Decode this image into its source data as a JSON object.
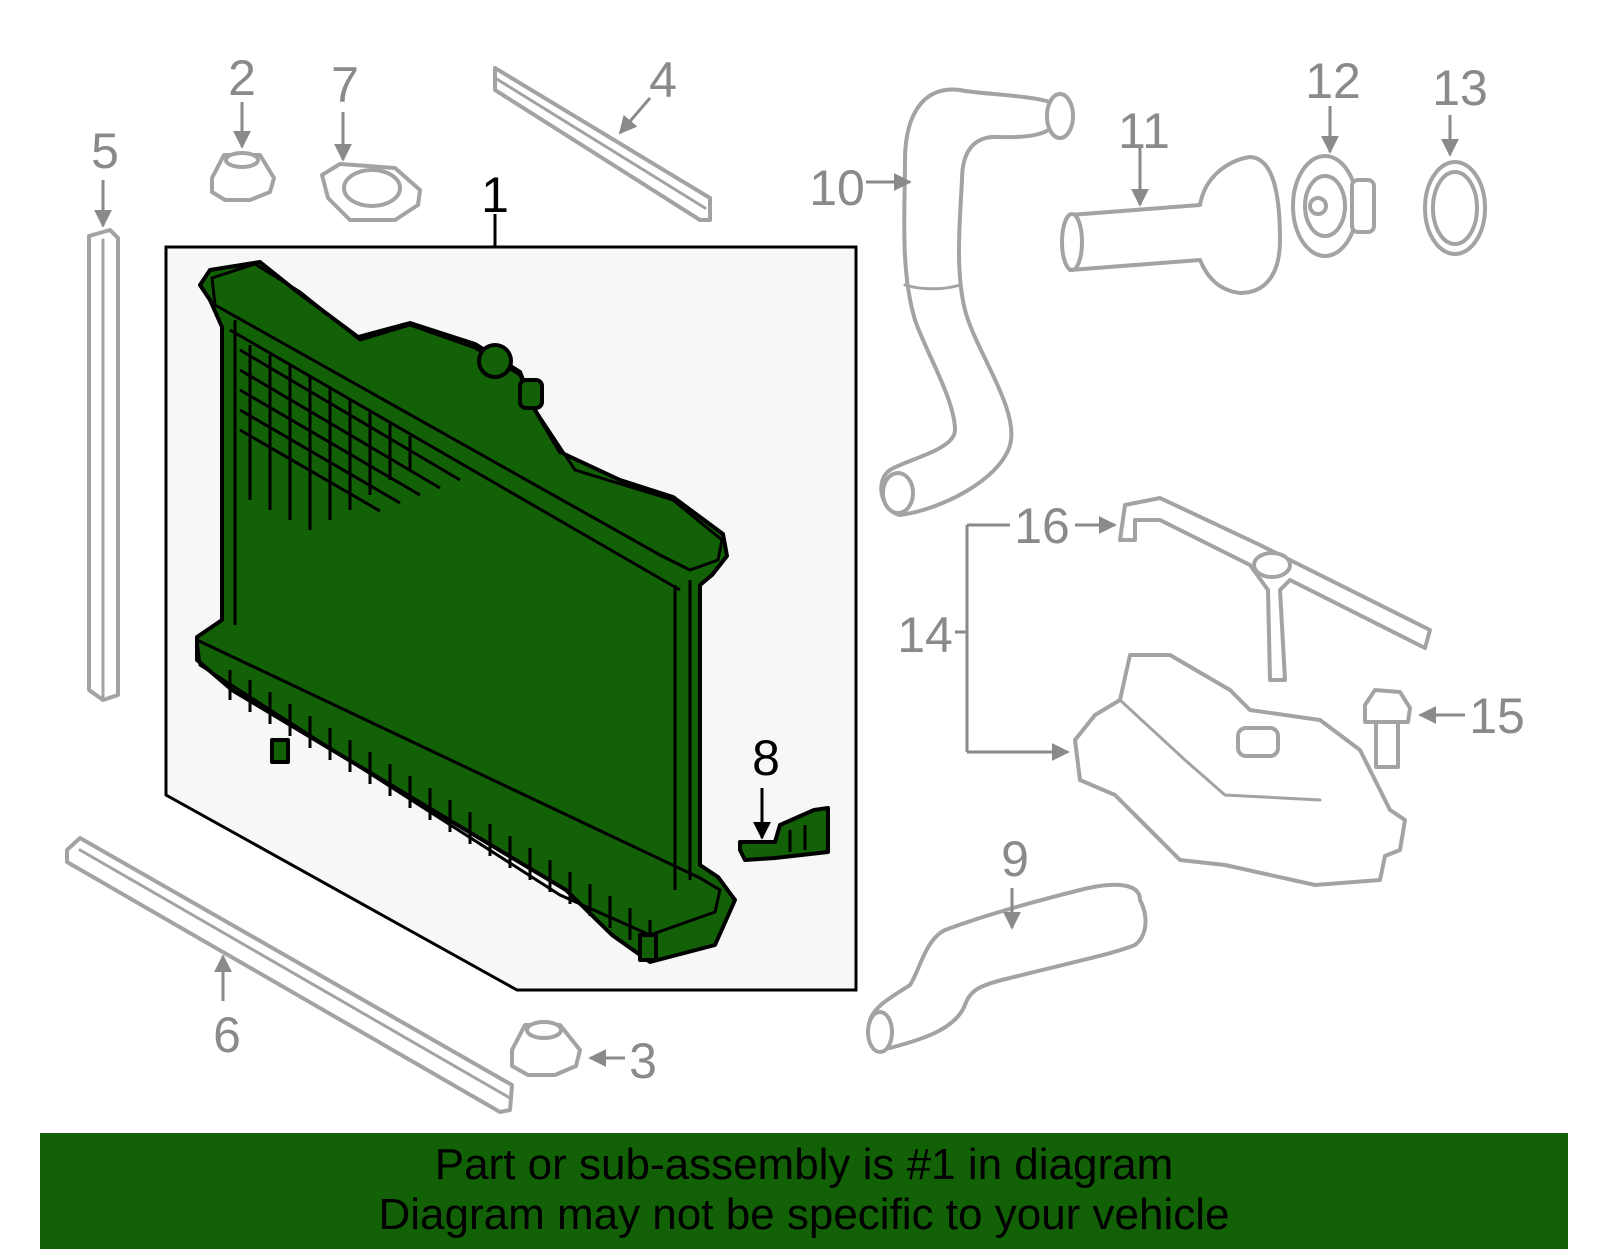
{
  "callouts": {
    "c1": "1",
    "c2": "2",
    "c3": "3",
    "c4": "4",
    "c5": "5",
    "c6": "6",
    "c7": "7",
    "c8": "8",
    "c9": "9",
    "c10": "10",
    "c11": "11",
    "c12": "12",
    "c13": "13",
    "c14": "14",
    "c15": "15",
    "c16": "16"
  },
  "highlight_color": "#136106",
  "banner": {
    "line1": "Part or sub-assembly is #1 in diagram",
    "line2": "Diagram may not be specific to your vehicle"
  }
}
